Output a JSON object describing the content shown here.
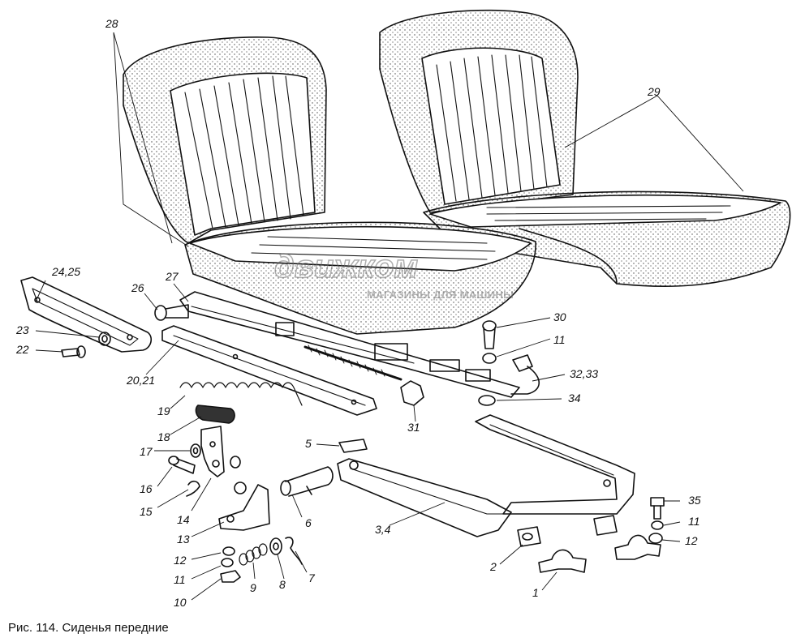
{
  "caption": "Рис. 114. Сиденья передние",
  "watermark": {
    "brand": "движком",
    "subtitle": "МАГАЗИНЫ ДЛЯ МАШИНЫ"
  },
  "callouts": {
    "c1": "1",
    "c2": "2",
    "c3_4": "3,4",
    "c5": "5",
    "c6": "6",
    "c7": "7",
    "c8": "8",
    "c9": "9",
    "c10": "10",
    "c11a": "11",
    "c11b": "11",
    "c11c": "11",
    "c12a": "12",
    "c12b": "12",
    "c13": "13",
    "c14": "14",
    "c15": "15",
    "c16": "16",
    "c17": "17",
    "c18": "18",
    "c19": "19",
    "c20_21": "20,21",
    "c22": "22",
    "c23": "23",
    "c24_25": "24,25",
    "c26": "26",
    "c27": "27",
    "c28": "28",
    "c29": "29",
    "c30": "30",
    "c31": "31",
    "c32_33": "32,33",
    "c34": "34",
    "c35": "35"
  },
  "colors": {
    "ink": "#111111",
    "paper": "#ffffff",
    "stipple": "#555555"
  }
}
